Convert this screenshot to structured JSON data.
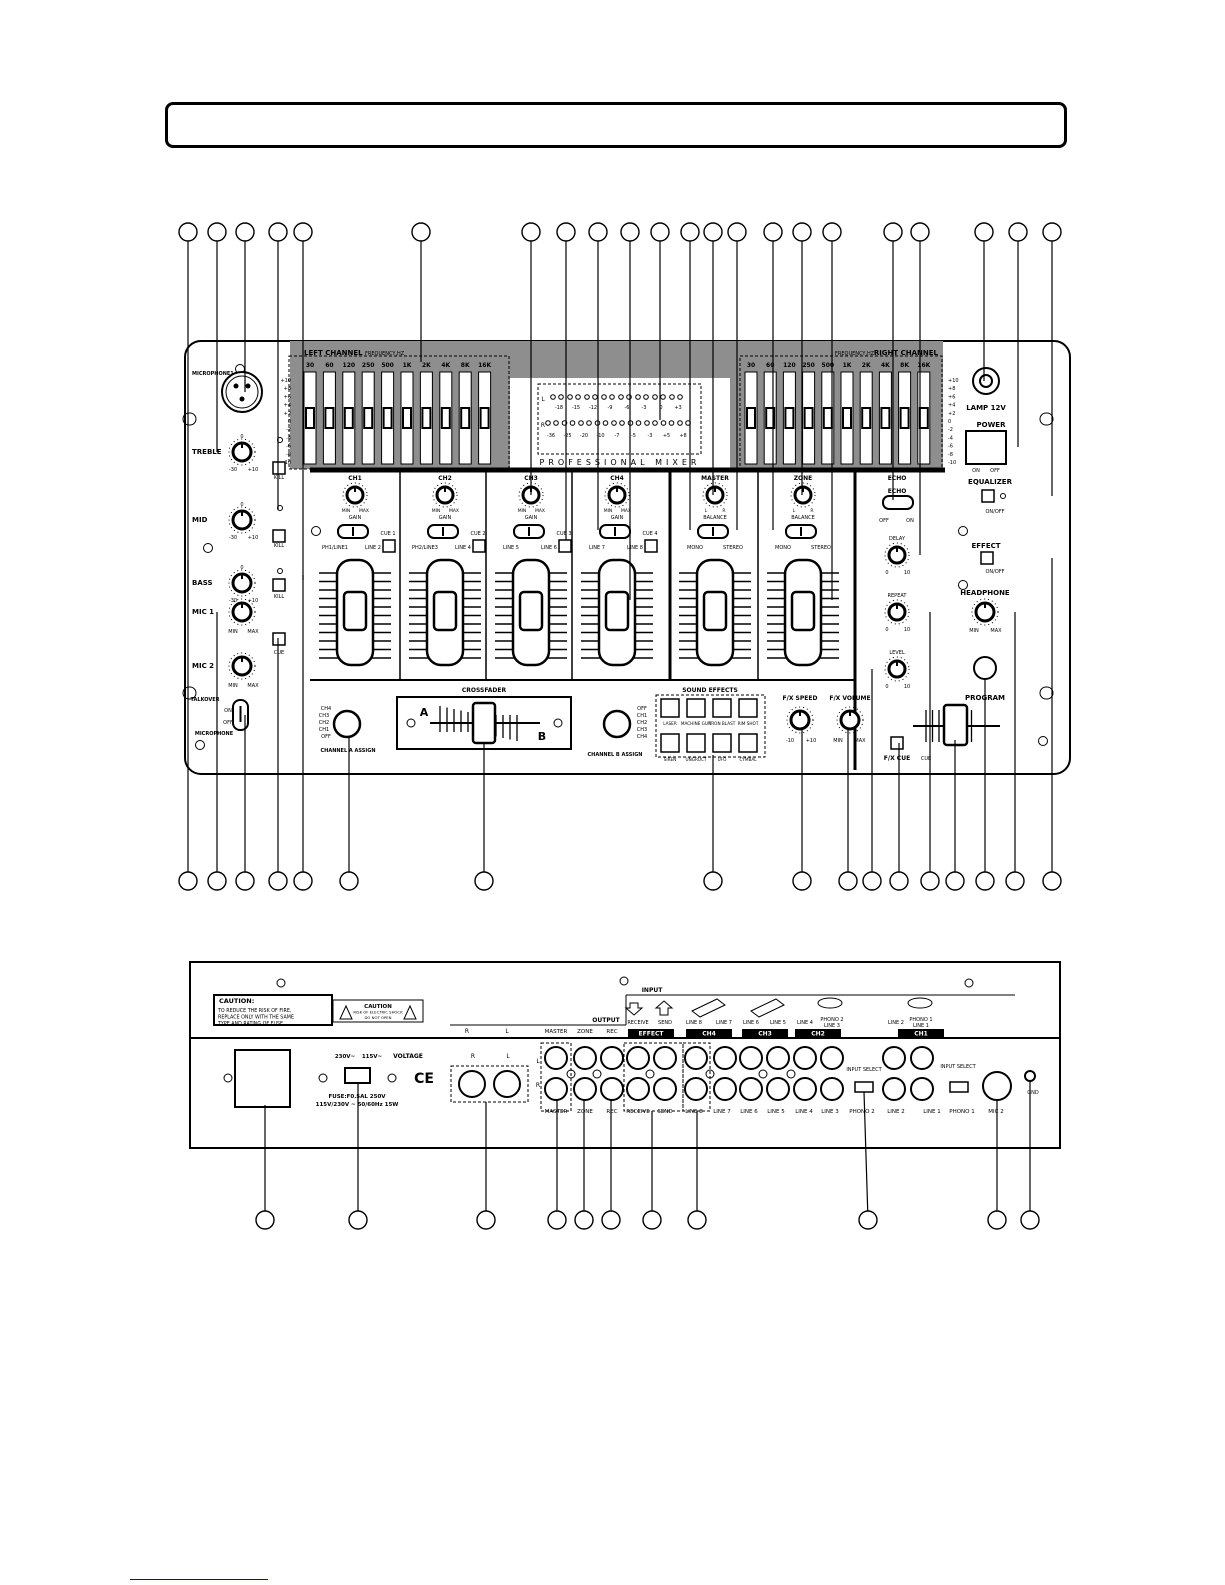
{
  "front": {
    "eq_left_title": "LEFT CHANNEL",
    "eq_right_title": "RIGHT CHANNEL",
    "freq_unit": "FREQUENCY,HZ",
    "eq_freqs": [
      "30",
      "60",
      "120",
      "250",
      "500",
      "1K",
      "2K",
      "4K",
      "8K",
      "16K"
    ],
    "eq_scale": [
      "10",
      "8",
      "6",
      "4",
      "2",
      "0",
      "2",
      "4",
      "6",
      "8",
      "10"
    ],
    "meter_top": [
      "-18",
      "-15",
      "-12",
      "-9",
      "-6",
      "-3",
      "0",
      "+3"
    ],
    "meter_bot": [
      "-36",
      "-25",
      "-20",
      "-10",
      "-7",
      "-5",
      "-3",
      "+5",
      "+8"
    ],
    "brand": "PROFESSIONAL MIXER",
    "mic_input": "MICROPHONE1",
    "tone": [
      "TREBLE",
      "MID",
      "BASS"
    ],
    "mic_knobs": [
      "MIC 1",
      "MIC 2"
    ],
    "tone_range": [
      "-30",
      "+10"
    ],
    "zero": "0",
    "min": "MIN",
    "max": "MAX",
    "kill": "KILL",
    "cue": "CUE",
    "talkover": [
      "TALKOVER",
      "ON",
      "OFF"
    ],
    "microphone": "MICROPHONE",
    "strips": [
      {
        "name": "CH1",
        "knob": "GAIN",
        "sw": [
          "PH1/LINE1",
          "LINE 2"
        ],
        "cue": "CUE 1"
      },
      {
        "name": "CH2",
        "knob": "GAIN",
        "sw": [
          "PH2/LINE3",
          "LINE 4"
        ],
        "cue": "CUE 2"
      },
      {
        "name": "CH3",
        "knob": "GAIN",
        "sw": [
          "LINE 5",
          "LINE 6"
        ],
        "cue": "CUE 3"
      },
      {
        "name": "CH4",
        "knob": "GAIN",
        "sw": [
          "LINE 7",
          "LINE 8"
        ],
        "cue": "CUE 4"
      },
      {
        "name": "MASTER",
        "knob": "BALANCE",
        "sw": [
          "MONO",
          "STEREO"
        ],
        "cue": ""
      },
      {
        "name": "ZONE",
        "knob": "BALANCE",
        "sw": [
          "MONO",
          "STEREO"
        ],
        "cue": ""
      }
    ],
    "lr": [
      "L",
      "R"
    ],
    "echo": {
      "title": "ECHO",
      "switch": "ECHO",
      "off": "OFF",
      "on": "ON",
      "delay": "DELAY",
      "repeat": "REPEAT",
      "level": "LEVEL",
      "range": [
        "0",
        "10"
      ]
    },
    "lamp": "LAMP 12V",
    "power": {
      "label": "POWER",
      "on": "ON",
      "off": "OFF"
    },
    "equalizer": {
      "label": "EQUALIZER",
      "state": "ON/OFF"
    },
    "effect": {
      "label": "EFFECT",
      "state": "ON/OFF"
    },
    "headphone": "HEADPHONE",
    "program": "PROGRAM",
    "crossfader": "CROSSFADER",
    "xf_a": "A",
    "xf_b": "B",
    "assign_left": {
      "label": "CHANNEL A ASSIGN",
      "positions": [
        "CH4",
        "CH3",
        "CH2",
        "CH1",
        "OFF"
      ]
    },
    "assign_right": {
      "label": "CHANNEL B ASSIGN",
      "positions": [
        "OFF",
        "CH1",
        "CH2",
        "CH3",
        "CH4"
      ]
    },
    "sound_effects": {
      "title": "SOUND EFFECTS",
      "buttons": [
        "LASER",
        "MACHINE GUN",
        "TRON BLAST",
        "RIM SHOT",
        "SIREN",
        "UNGRUCT",
        "UFO",
        "CYMBAL"
      ]
    },
    "fx_speed": {
      "label": "F/X SPEED",
      "range": [
        "-10",
        "+10"
      ]
    },
    "fx_volume": {
      "label": "F/X VOLUME",
      "range": [
        "MIN",
        "MAX"
      ]
    },
    "fx_cue": "F/X CUE",
    "cue_label": "CUE"
  },
  "rear": {
    "caution_title": "CAUTION:",
    "caution_text": [
      "TO REDUCE THE RISK OF FIRE,",
      "REPLACE ONLY WITH THE SAME",
      "TYPE AND RATING OF FUSE."
    ],
    "caution_box": [
      "CAUTION",
      "RISK OF ELECTRIC SHOCK",
      "DO NOT OPEN"
    ],
    "voltage": {
      "a": "230V~",
      "b": "115V~",
      "label": "VOLTAGE"
    },
    "fuse": [
      "FUSE:F0.5AL 250V",
      "115V/230V ~ 50/60Hz 15W"
    ],
    "ce": "CE",
    "input": "INPUT",
    "output": "OUTPUT",
    "rl": [
      "R",
      "L"
    ],
    "top_labels": [
      "MASTER",
      "ZONE",
      "REC",
      "RECEIVE",
      "SEND",
      "LINE 8",
      "LINE 7",
      "LINE 6",
      "LINE 5",
      "LINE 4",
      "PHONO 2 LINE 3",
      "LINE 2",
      "PHONO 1 LINE 1"
    ],
    "groups": [
      "EFFECT",
      "CH4",
      "CH3",
      "CH2",
      "CH1"
    ],
    "bottom_labels": [
      "MASTER",
      "ZONE",
      "REC",
      "RECEIVE",
      "SEND",
      "LINE 8",
      "LINE 7",
      "LINE 6",
      "LINE 5",
      "LINE 4",
      "LINE 3",
      "PHONO 2",
      "LINE 2",
      "LINE 1",
      "PHONO 1",
      "MIC 2"
    ],
    "input_select": "INPUT SELECT",
    "gnd": "GND"
  }
}
